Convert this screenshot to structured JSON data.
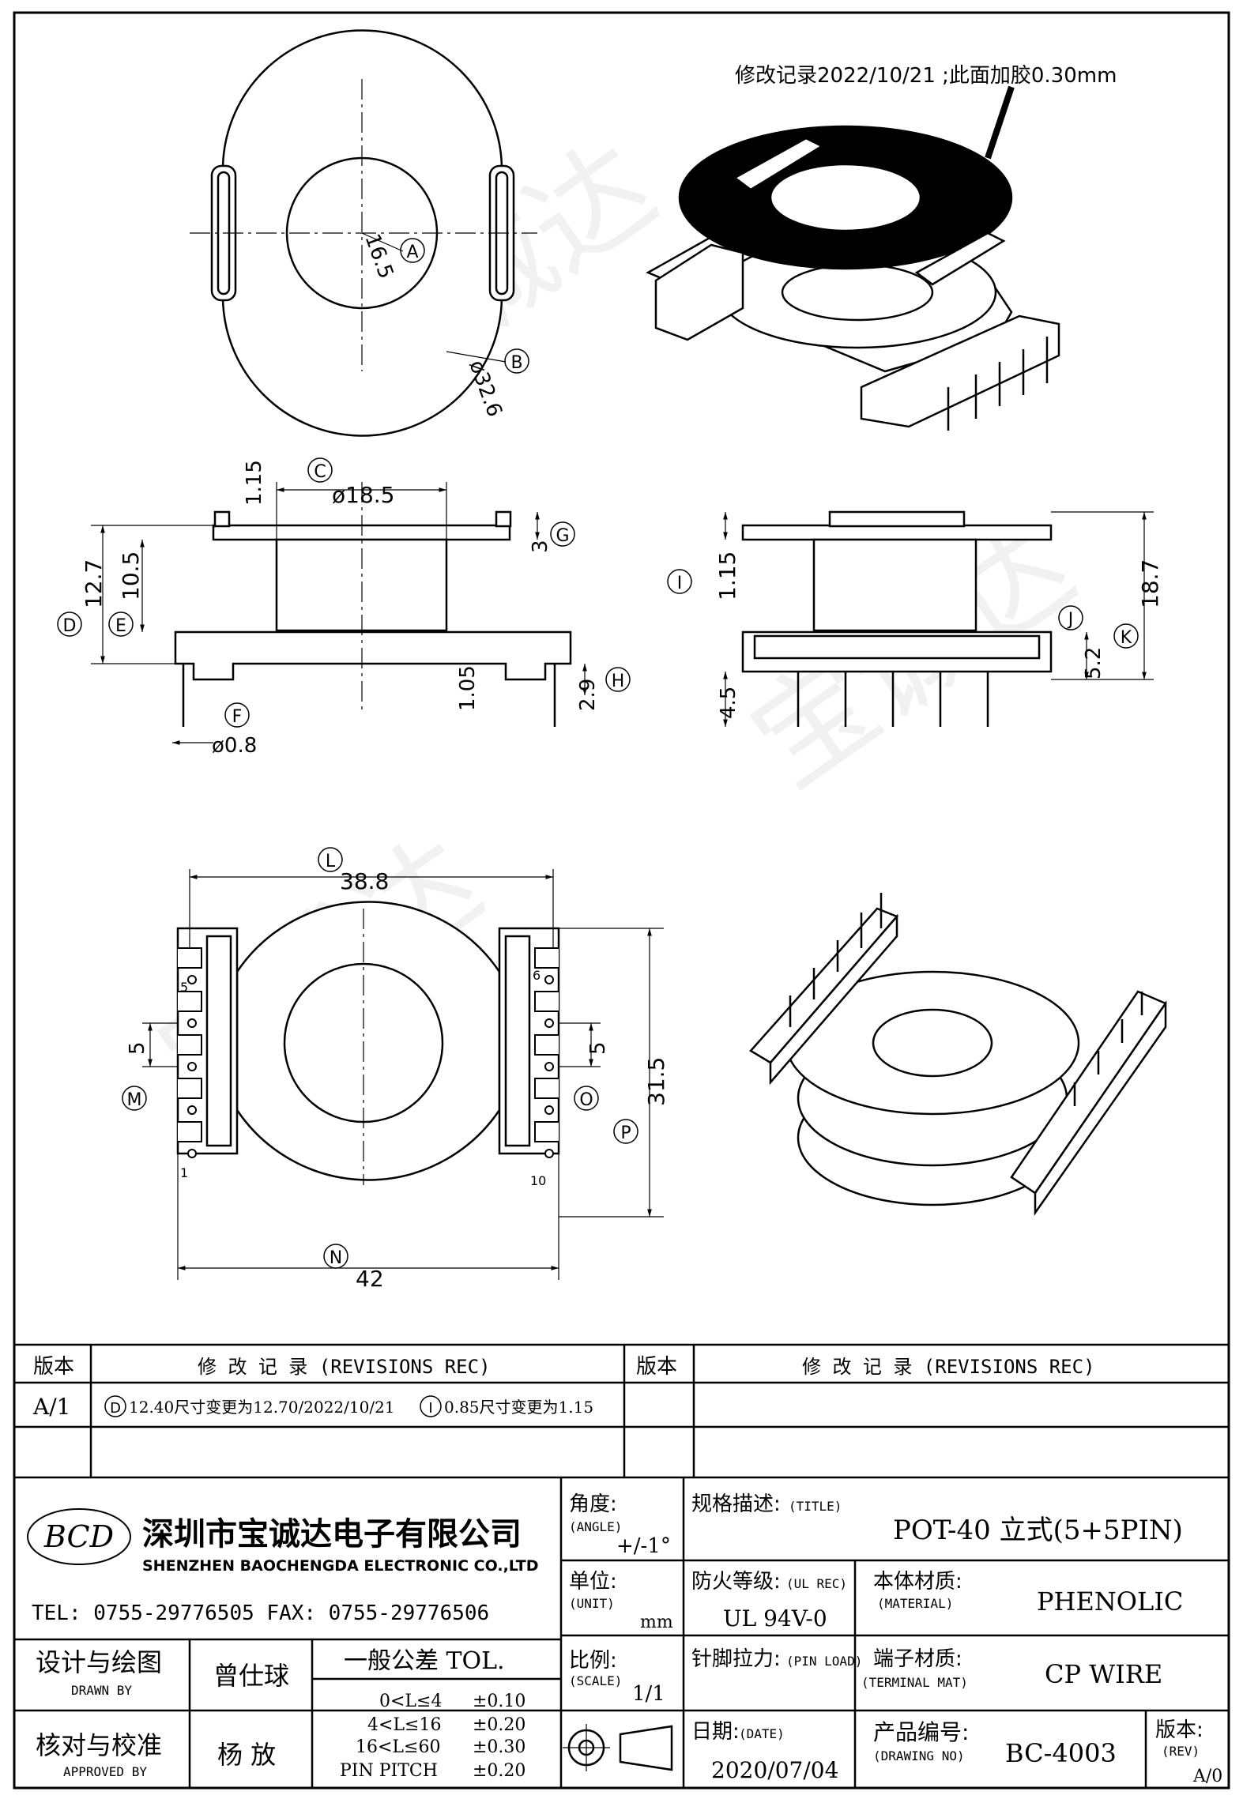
{
  "note": {
    "text": "修改记录2022/10/21 ;此面加胶0.30mm"
  },
  "dims": {
    "top_view": {
      "d165": "16.5",
      "d326": "ø32.6",
      "A": "A",
      "B": "B"
    },
    "side_left": {
      "c185": "ø18.5",
      "c115": "1.15",
      "g3": "3",
      "d127": "12.7",
      "e105": "10.5",
      "h29": "2.9",
      "h105": "1.05",
      "f08": "ø0.8",
      "C": "C",
      "D": "D",
      "E": "E",
      "F": "F",
      "G": "G",
      "H": "H"
    },
    "side_right": {
      "i115": "1.15",
      "j52": "5.2",
      "k187": "18.7",
      "p45": "4.5",
      "I": "I",
      "J": "J",
      "K": "K"
    },
    "bottom_view": {
      "l388": "38.8",
      "n42": "42",
      "p315": "31.5",
      "m5": "5",
      "o5": "5",
      "pin6": "6",
      "pin10": "10",
      "pin5": "5",
      "pin1": "1",
      "L": "L",
      "M": "M",
      "N": "N",
      "O": "O",
      "P": "P"
    }
  },
  "watermark": "宝诚达",
  "titleblock": {
    "rev_header": "版本",
    "rev_records_header": "修 改 记 录 (REVISIONS REC)",
    "rev_header_right": "版本",
    "rev_records_header_right": "修 改 记 录 (REVISIONS REC)",
    "rev_row1_ver": "A/1",
    "rev_row1_d": "D",
    "rev_row1_text_a": "12.40尺寸变更为12.70/2022/10/21",
    "rev_row1_i": "I",
    "rev_row1_text_b": "0.85尺寸变更为1.15",
    "company_cn": "深圳市宝诚达电子有限公司",
    "company_en": "SHENZHEN BAOCHENGDA ELECTRONIC CO.,LTD",
    "logo_text": "BCD",
    "tel": "TEL: 0755-29776505   FAX: 0755-29776506",
    "angle_label": "角度:",
    "angle_en": "(ANGLE)",
    "angle_value": "+/-1°",
    "title_label": "规格描述:",
    "title_en": "(TITLE)",
    "title_value": "POT-40 立式(5+5PIN)",
    "unit_label": "单位:",
    "unit_en": "(UNIT)",
    "unit_value": "mm",
    "ul_label": "防火等级:",
    "ul_en": "(UL REC)",
    "ul_value": "UL 94V-0",
    "material_label": "本体材质:",
    "material_en": "(MATERIAL)",
    "material_value": "PHENOLIC",
    "designer_label": "设计与绘图",
    "designer_en": "DRAWN BY",
    "designer_value": "曾仕球",
    "tol_header": "一般公差 TOL.",
    "tol_rows": [
      {
        "range": "0<L≤4",
        "value": "±0.10"
      },
      {
        "range": "4<L≤16",
        "value": "±0.20"
      },
      {
        "range": "16<L≤60",
        "value": "±0.30"
      },
      {
        "range": "PIN PITCH",
        "value": "±0.20"
      }
    ],
    "scale_label": "比例:",
    "scale_en": "(SCALE)",
    "scale_value": "1/1",
    "pinload_label": "针脚拉力:",
    "pinload_en": "(PIN LOAD)",
    "terminal_label": "端子材质:",
    "terminal_en": "(TERMINAL MAT)",
    "terminal_value": "CP WIRE",
    "approver_label": "核对与校准",
    "approver_en": "APPROVED BY",
    "approver_value": "杨 放",
    "date_label": "日期:",
    "date_en": "(DATE)",
    "date_value": "2020/07/04",
    "drawing_no_label": "产品编号:",
    "drawing_no_en": "(DRAWING NO)",
    "drawing_no_value": "BC-4003",
    "rev_label": "版本:",
    "rev_en": "(REV)",
    "rev_value": "A/0"
  }
}
